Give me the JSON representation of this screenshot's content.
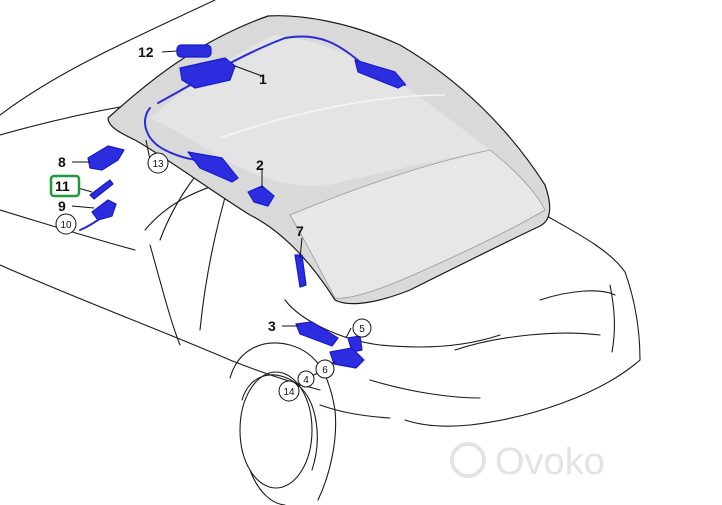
{
  "labels": {
    "l1": "1",
    "l2": "2",
    "l3": "3",
    "l4": "4",
    "l5": "5",
    "l6": "6",
    "l7": "7",
    "l8": "8",
    "l9": "9",
    "l10": "10",
    "l11": "11",
    "l12": "12",
    "l13": "13",
    "l14": "14"
  },
  "watermark": "Ovoko",
  "colors": {
    "parts": "#2d2de0",
    "highlight": "#1f9a3a",
    "roof": "#d9d9d9"
  }
}
